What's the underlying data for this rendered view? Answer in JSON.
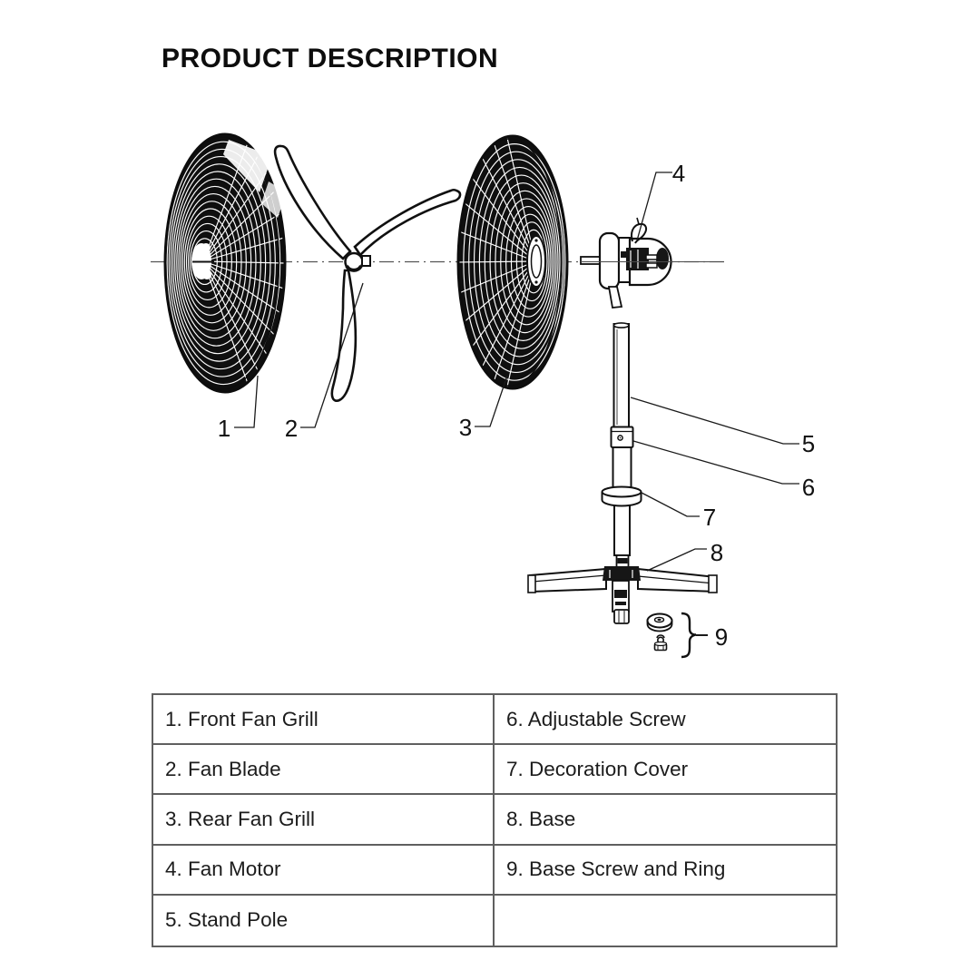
{
  "title": "PRODUCT DESCRIPTION",
  "diagram": {
    "callouts": [
      "1",
      "2",
      "3",
      "4",
      "5",
      "6",
      "7",
      "8",
      "9"
    ]
  },
  "table": {
    "rows": [
      {
        "left": "1. Front Fan Grill",
        "right": "6. Adjustable Screw"
      },
      {
        "left": "2. Fan Blade",
        "right": "7. Decoration Cover"
      },
      {
        "left": "3. Rear Fan Grill",
        "right": "8. Base"
      },
      {
        "left": "4. Fan Motor",
        "right": "9. Base Screw and Ring"
      },
      {
        "left": "5. Stand Pole",
        "right": ""
      }
    ]
  },
  "colors": {
    "ink": "#111111",
    "table_border": "#5f5f5f"
  }
}
